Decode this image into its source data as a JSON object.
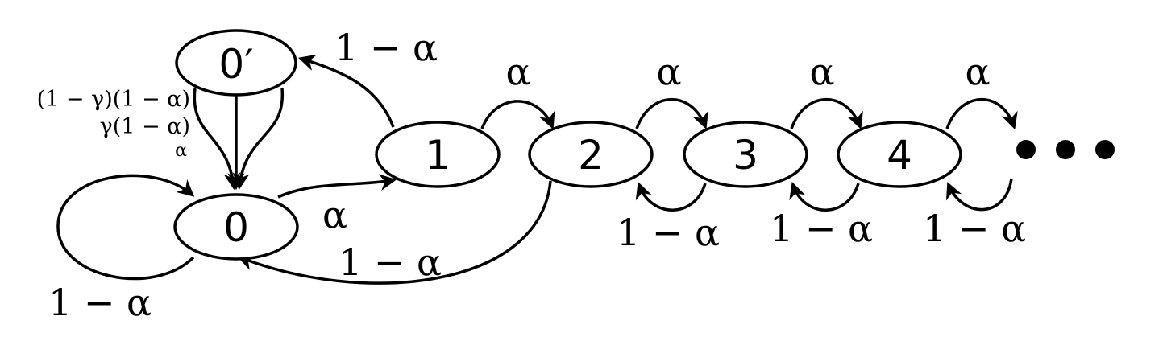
{
  "nodes": {
    "n0prime": "0′",
    "n0": "0",
    "n1": "1",
    "n2": "2",
    "n3": "3",
    "n4": "4"
  },
  "labels": {
    "one_minus_alpha": "1 − α",
    "alpha": "α",
    "gamma_term_1": "(1 − γ)(1 − α)",
    "gamma_term_2": "γ(1 − α)",
    "alpha_small": "α"
  },
  "colors": {
    "stroke": "#000000",
    "background": "#ffffff"
  }
}
